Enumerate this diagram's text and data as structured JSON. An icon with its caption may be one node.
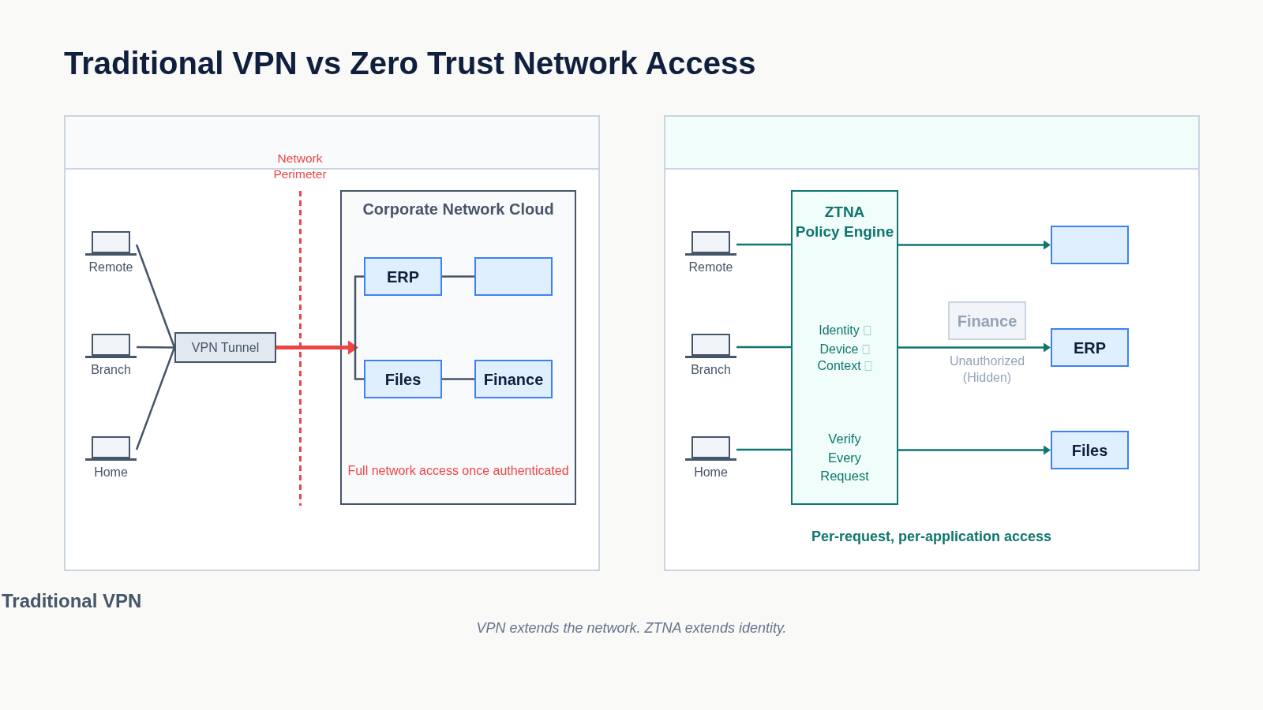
{
  "diagram": {
    "title": "Traditional VPN vs Zero Trust Network Access",
    "caption": "VPN extends the network. ZTNA extends identity.",
    "nodes": [
      {
        "text": [
          "Remote"
        ]
      },
      {
        "text": [
          "Branch"
        ]
      },
      {
        "text": [
          "Home"
        ]
      },
      {
        "text": [
          "VPN Tunnel"
        ]
      },
      {
        "text": [
          "Corporate Network Cloud",
          "Full network access once authenticated"
        ]
      },
      {
        "text": [
          "ERP"
        ],
        "in": 4
      },
      {
        "text": [],
        "shape": "box",
        "in": 4
      },
      {
        "text": [
          "Files"
        ],
        "in": 4
      },
      {
        "text": [
          "Finance"
        ],
        "in": 4
      },
      {
        "text": [
          "Remote"
        ]
      },
      {
        "text": [
          "Branch"
        ]
      },
      {
        "text": [
          "Home"
        ]
      },
      {
        "text": [
          "ZTNA Policy Engine",
          "Identity",
          "Device",
          "Context",
          "Verify Every Request"
        ]
      },
      {
        "text": [],
        "shape": "box"
      },
      {
        "text": [
          "Finance"
        ],
        "beside": [
          "Unauthorized (Hidden)"
        ]
      },
      {
        "text": [
          "ERP"
        ]
      },
      {
        "text": [
          "Files"
        ]
      }
    ],
    "edges": [
      {
        "from": 0,
        "to": 3,
        "arrow": "none"
      },
      {
        "from": 1,
        "to": 3,
        "arrow": "none"
      },
      {
        "from": 2,
        "to": 3,
        "arrow": "none"
      },
      {
        "from": 3,
        "to": 4,
        "arrow": "to",
        "style": "thick",
        "color": "#ef4444"
      },
      {
        "from": 5,
        "to": 6,
        "arrow": "none"
      },
      {
        "from": 5,
        "to": 7,
        "arrow": "none"
      },
      {
        "from": 7,
        "to": 8,
        "arrow": "none"
      },
      {
        "from": 9,
        "to": 12,
        "arrow": "none",
        "color": "#0f766e"
      },
      {
        "from": 10,
        "to": 12,
        "arrow": "none",
        "color": "#0f766e"
      },
      {
        "from": 11,
        "to": 12,
        "arrow": "none",
        "color": "#0f766e"
      },
      {
        "from": 12,
        "to": 13,
        "arrow": "to",
        "color": "#0f766e"
      },
      {
        "from": 12,
        "to": 15,
        "arrow": "to",
        "color": "#0f766e"
      },
      {
        "from": 12,
        "to": 16,
        "arrow": "to",
        "color": "#0f766e"
      }
    ],
    "labels": [
      "Network Perimeter",
      "Per-request, per-application access",
      "Traditional VPN"
    ]
  }
}
